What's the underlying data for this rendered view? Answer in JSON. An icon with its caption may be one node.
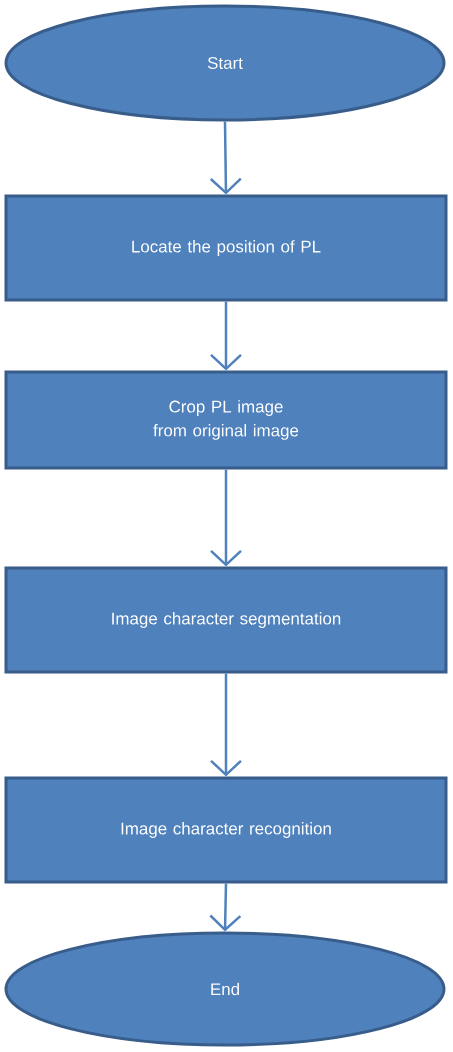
{
  "diagram": {
    "nodes": [
      {
        "text": [
          "Start"
        ]
      },
      {
        "text": [
          "Locate the position of  PL"
        ]
      },
      {
        "text": [
          "Crop PL image from original image"
        ]
      },
      {
        "text": [
          "Image character segmentation"
        ]
      },
      {
        "text": [
          "Image character recognition"
        ]
      },
      {
        "text": [
          "End"
        ]
      }
    ],
    "edges": [
      {
        "from": 0,
        "to": 1,
        "arrow": "to"
      },
      {
        "from": 1,
        "to": 2,
        "arrow": "to"
      },
      {
        "from": 2,
        "to": 3,
        "arrow": "to"
      },
      {
        "from": 3,
        "to": 4,
        "arrow": "to"
      },
      {
        "from": 4,
        "to": 5,
        "arrow": "to"
      }
    ]
  }
}
